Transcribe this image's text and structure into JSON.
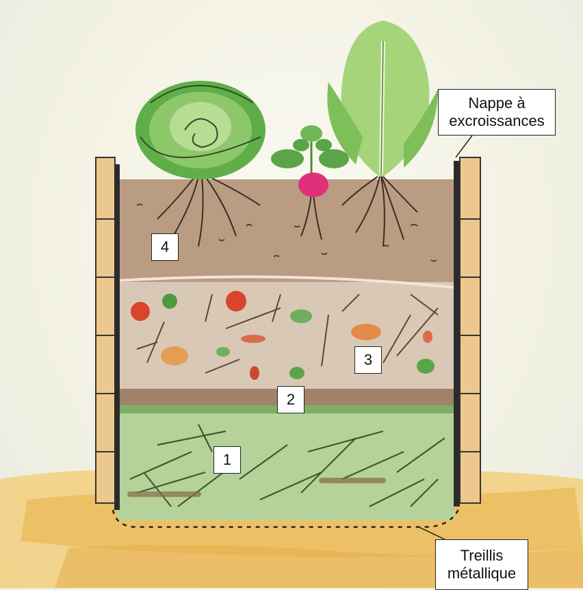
{
  "callouts": {
    "nappe": [
      "Nappe à",
      "excroissances"
    ],
    "treillis": [
      "Treillis",
      "métallique"
    ]
  },
  "layers": [
    {
      "id": "layer-1",
      "label": "1"
    },
    {
      "id": "layer-2",
      "label": "2"
    },
    {
      "id": "layer-3",
      "label": "3"
    },
    {
      "id": "layer-4",
      "label": "4"
    }
  ],
  "colors": {
    "ground": "#eec267",
    "soil": "#b59a80",
    "compost_layer": "#cdb8a4",
    "green_layer": "#a9c98a",
    "wood": "#e8c98e",
    "radish": "#e0307a",
    "lettuce": "#7fbf5a"
  }
}
